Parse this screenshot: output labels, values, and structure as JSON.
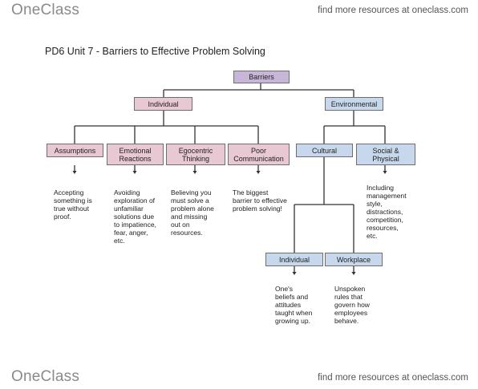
{
  "header": {
    "logo": "OneClass",
    "tagline": "find more resources at oneclass.com"
  },
  "footer": {
    "logo": "OneClass",
    "tagline": "find more resources at oneclass.com"
  },
  "title": "PD6 Unit 7 - Barriers to Effective Problem Solving",
  "diagram": {
    "root": "Barriers",
    "individual": "Individual",
    "environmental": "Environmental",
    "assumptions": "Assumptions",
    "emotional": "Emotional\nReactions",
    "egocentric": "Egocentric\nThinking",
    "poor_comm": "Poor\nCommunication",
    "cultural": "Cultural",
    "social": "Social &\nPhysical",
    "cult_individual": "Individual",
    "cult_workplace": "Workplace"
  },
  "notes": {
    "assumptions": "Accepting\nsomething is\ntrue without\nproof.",
    "emotional": "Avoiding\nexploration of\nunfamiliar\nsolutions due\nto impatience,\nfear, anger,\netc.",
    "egocentric": "Believing you\nmust solve a\nproblem alone\nand missing\nout on\nresources.",
    "poor_comm": "The biggest\nbarrier to effective\nproblem solving!",
    "social": "Including\nmanagement\nstyle,\ndistractions,\ncompetition,\nresources,\netc.",
    "cult_individual": "One's\nbeliefs and\nattitudes\ntaught when\ngrowing up.",
    "cult_workplace": "Unspoken\nrules that\ngovern how\nemployees\nbehave."
  }
}
